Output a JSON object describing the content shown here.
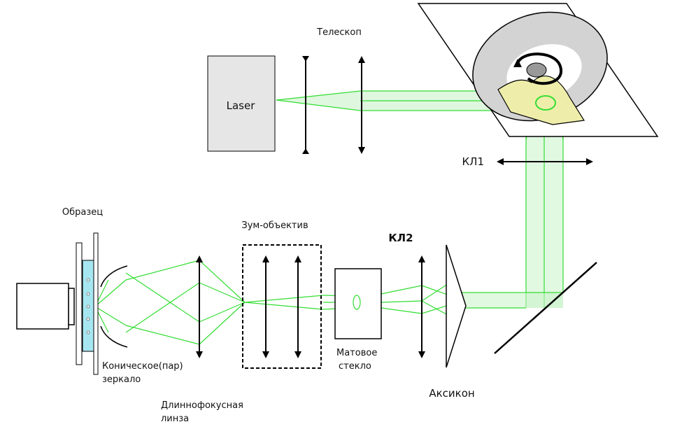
{
  "labels": {
    "telescope": "Телескоп",
    "laser": "Laser",
    "kl1": "КЛ1",
    "sample": "Образец",
    "zoom": "Зум-объектив",
    "kl2": "КЛ2",
    "matte_glass_1": "Матовое",
    "matte_glass_2": "стекло",
    "axicon": "Аксикон",
    "conic_mirror_1": "Коническое(пар)",
    "conic_mirror_2": "зеркало",
    "long_focus_1": "Длиннофокусная",
    "long_focus_2": "линза"
  },
  "colors": {
    "beam": "#33dd33",
    "beam_fill": "#c8f2c8",
    "laser_box": "#e6e6e6",
    "disk": "#d3d3d3",
    "sample_fluid": "#a6e6f0",
    "yellow": "#eeeeaa"
  }
}
